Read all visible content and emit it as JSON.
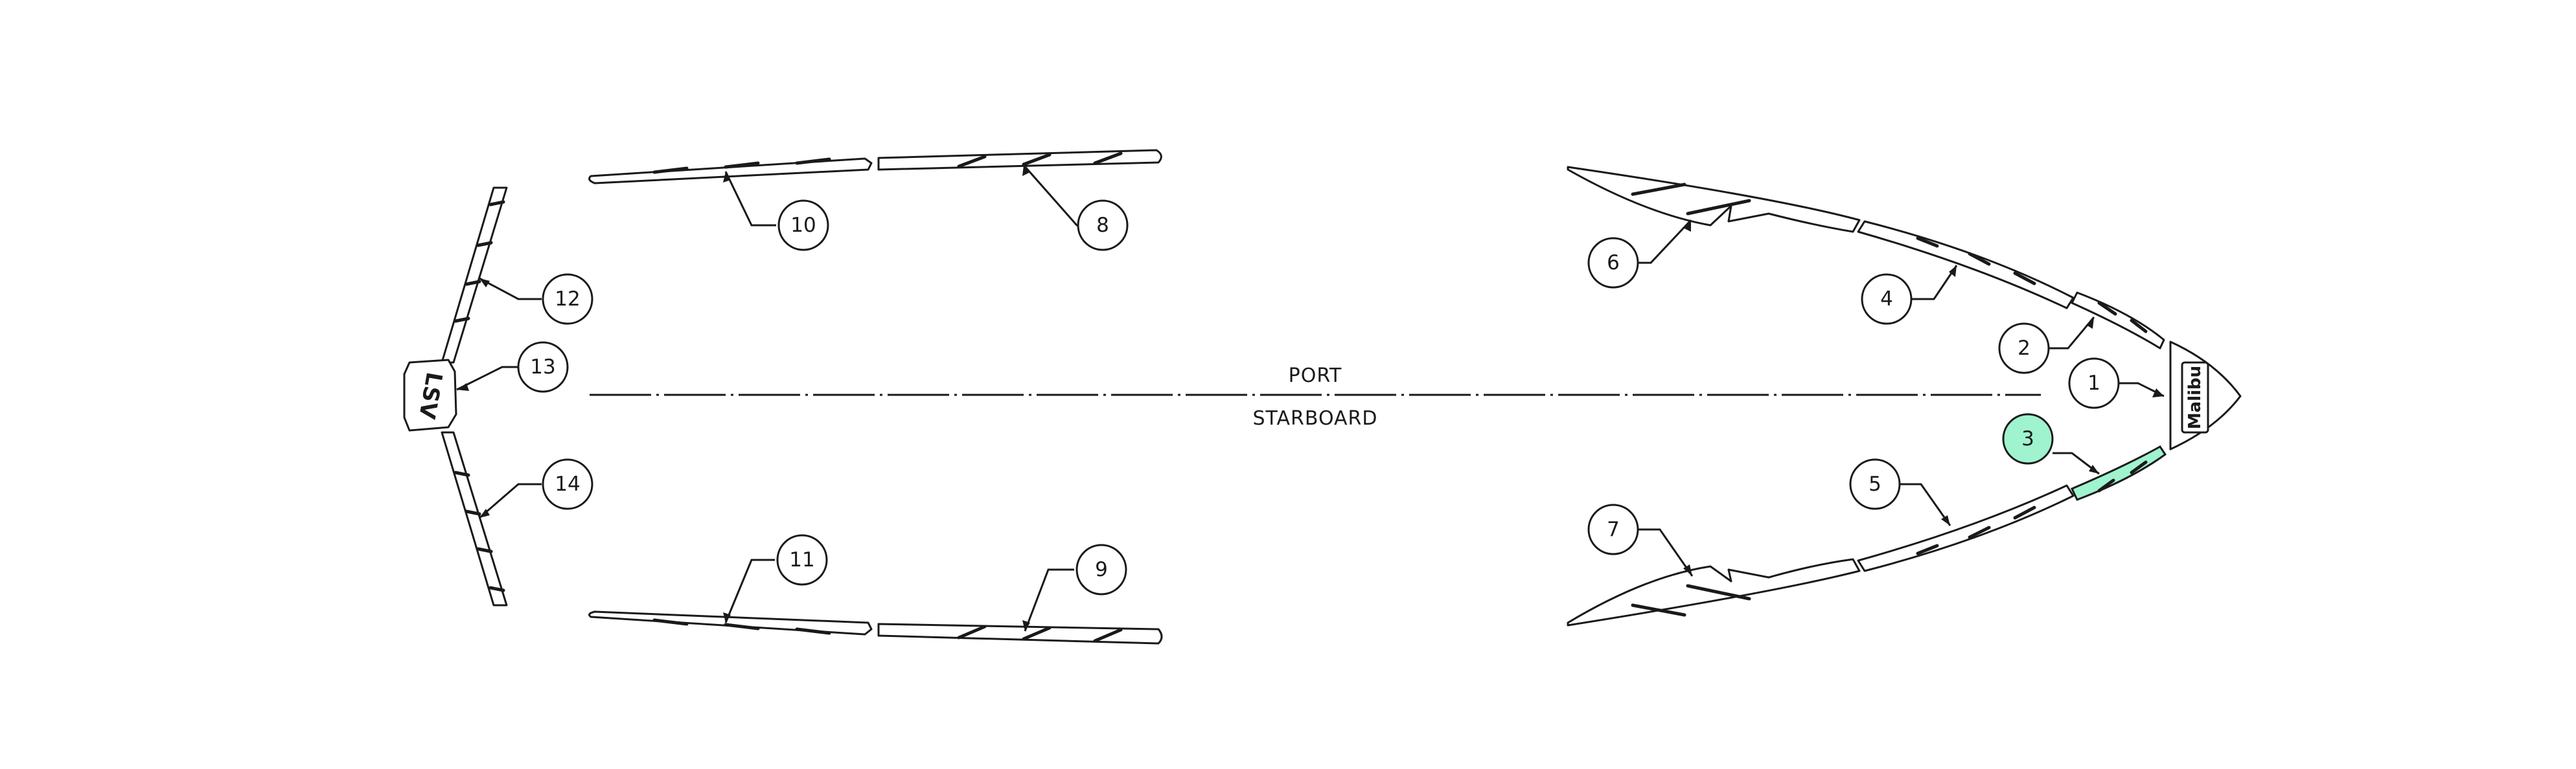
{
  "diagram": {
    "side_labels": {
      "port": "PORT",
      "starboard": "STARBOARD"
    },
    "callouts": [
      {
        "id": "1",
        "label": "1",
        "highlighted": false
      },
      {
        "id": "2",
        "label": "2",
        "highlighted": false
      },
      {
        "id": "3",
        "label": "3",
        "highlighted": true
      },
      {
        "id": "4",
        "label": "4",
        "highlighted": false
      },
      {
        "id": "5",
        "label": "5",
        "highlighted": false
      },
      {
        "id": "6",
        "label": "6",
        "highlighted": false
      },
      {
        "id": "7",
        "label": "7",
        "highlighted": false
      },
      {
        "id": "8",
        "label": "8",
        "highlighted": false
      },
      {
        "id": "9",
        "label": "9",
        "highlighted": false
      },
      {
        "id": "10",
        "label": "10",
        "highlighted": false
      },
      {
        "id": "11",
        "label": "11",
        "highlighted": false
      },
      {
        "id": "12",
        "label": "12",
        "highlighted": false
      },
      {
        "id": "13",
        "label": "13",
        "highlighted": false
      },
      {
        "id": "14",
        "label": "14",
        "highlighted": false
      }
    ],
    "logos": {
      "bow": "Malibu",
      "stern": "LSV"
    },
    "colors": {
      "highlight": "#9ff3cf",
      "line": "#1a1a1a",
      "background": "#ffffff"
    }
  }
}
